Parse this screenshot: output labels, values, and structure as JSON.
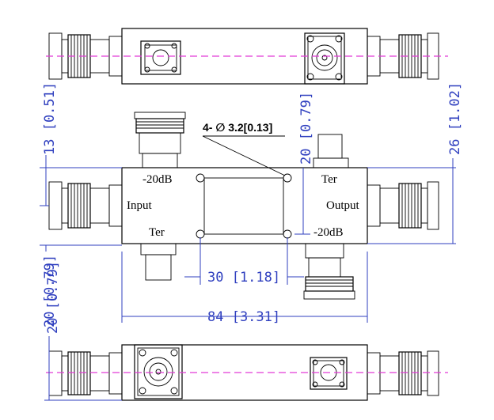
{
  "views": {
    "top": "top-view",
    "front": "front-view",
    "bottom": "bottom-view"
  },
  "labels": {
    "coupled_top": "-20dB",
    "input": "Input",
    "ter_bottom": "Ter",
    "ter_top": "Ter",
    "output": "Output",
    "coupled_bottom": "-20dB"
  },
  "note": {
    "holes": "4- ∅ 3.2[0.13]"
  },
  "dimensions": {
    "left_upper": "13 [0.51]",
    "left_lower": "20 [0.79]",
    "left_bottom_view": "20 [0.79]",
    "mid_vertical": "20 [0.79]",
    "right_height": "26 [1.02]",
    "hole_spacing": "30 [1.18]",
    "overall_length": "84 [3.31]"
  },
  "colors": {
    "dimension": "#2f3fbf",
    "centerline": "#e23bd6",
    "outline": "#000000"
  }
}
